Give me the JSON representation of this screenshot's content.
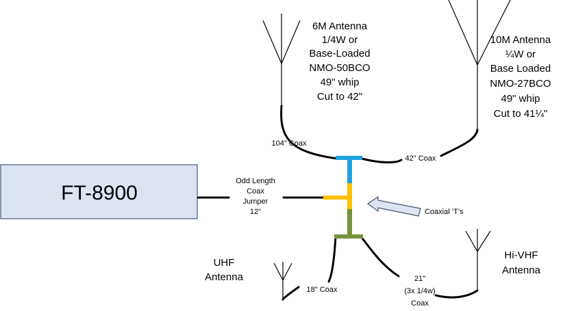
{
  "radio": {
    "label": "FT-8900",
    "fill": "#dce4f2",
    "border": "#203864"
  },
  "antennas": {
    "six_m": [
      "6M Antenna",
      "1/4W or",
      "Base-Loaded",
      "NMO-50BCO",
      "49\" whip",
      "Cut to 42\""
    ],
    "ten_m": [
      "10M  Antenna",
      "¼W or",
      "Base Loaded",
      "NMO-27BCO",
      "49\" whip",
      "Cut to 41¼\""
    ],
    "uhf": [
      "UHF",
      "Antenna"
    ],
    "hivhf": [
      "Hi-VHF",
      "Antenna"
    ]
  },
  "coax": {
    "c104": "104\" Coax",
    "c42": "42\" Coax",
    "jumper": [
      "Odd Length",
      "Coax",
      "Jumper",
      "12\""
    ],
    "c18": "18\" Coax",
    "c21": [
      "21\"",
      "(3x 1/4w)",
      "Coax"
    ]
  },
  "tees": {
    "label": "Coaxial ‘T’s",
    "colors": {
      "top": "#1fa3e0",
      "middle": "#ffc000",
      "bottom": "#76923c"
    }
  },
  "arrow": {
    "fill": "#dce4f2",
    "stroke": "#44546a"
  }
}
